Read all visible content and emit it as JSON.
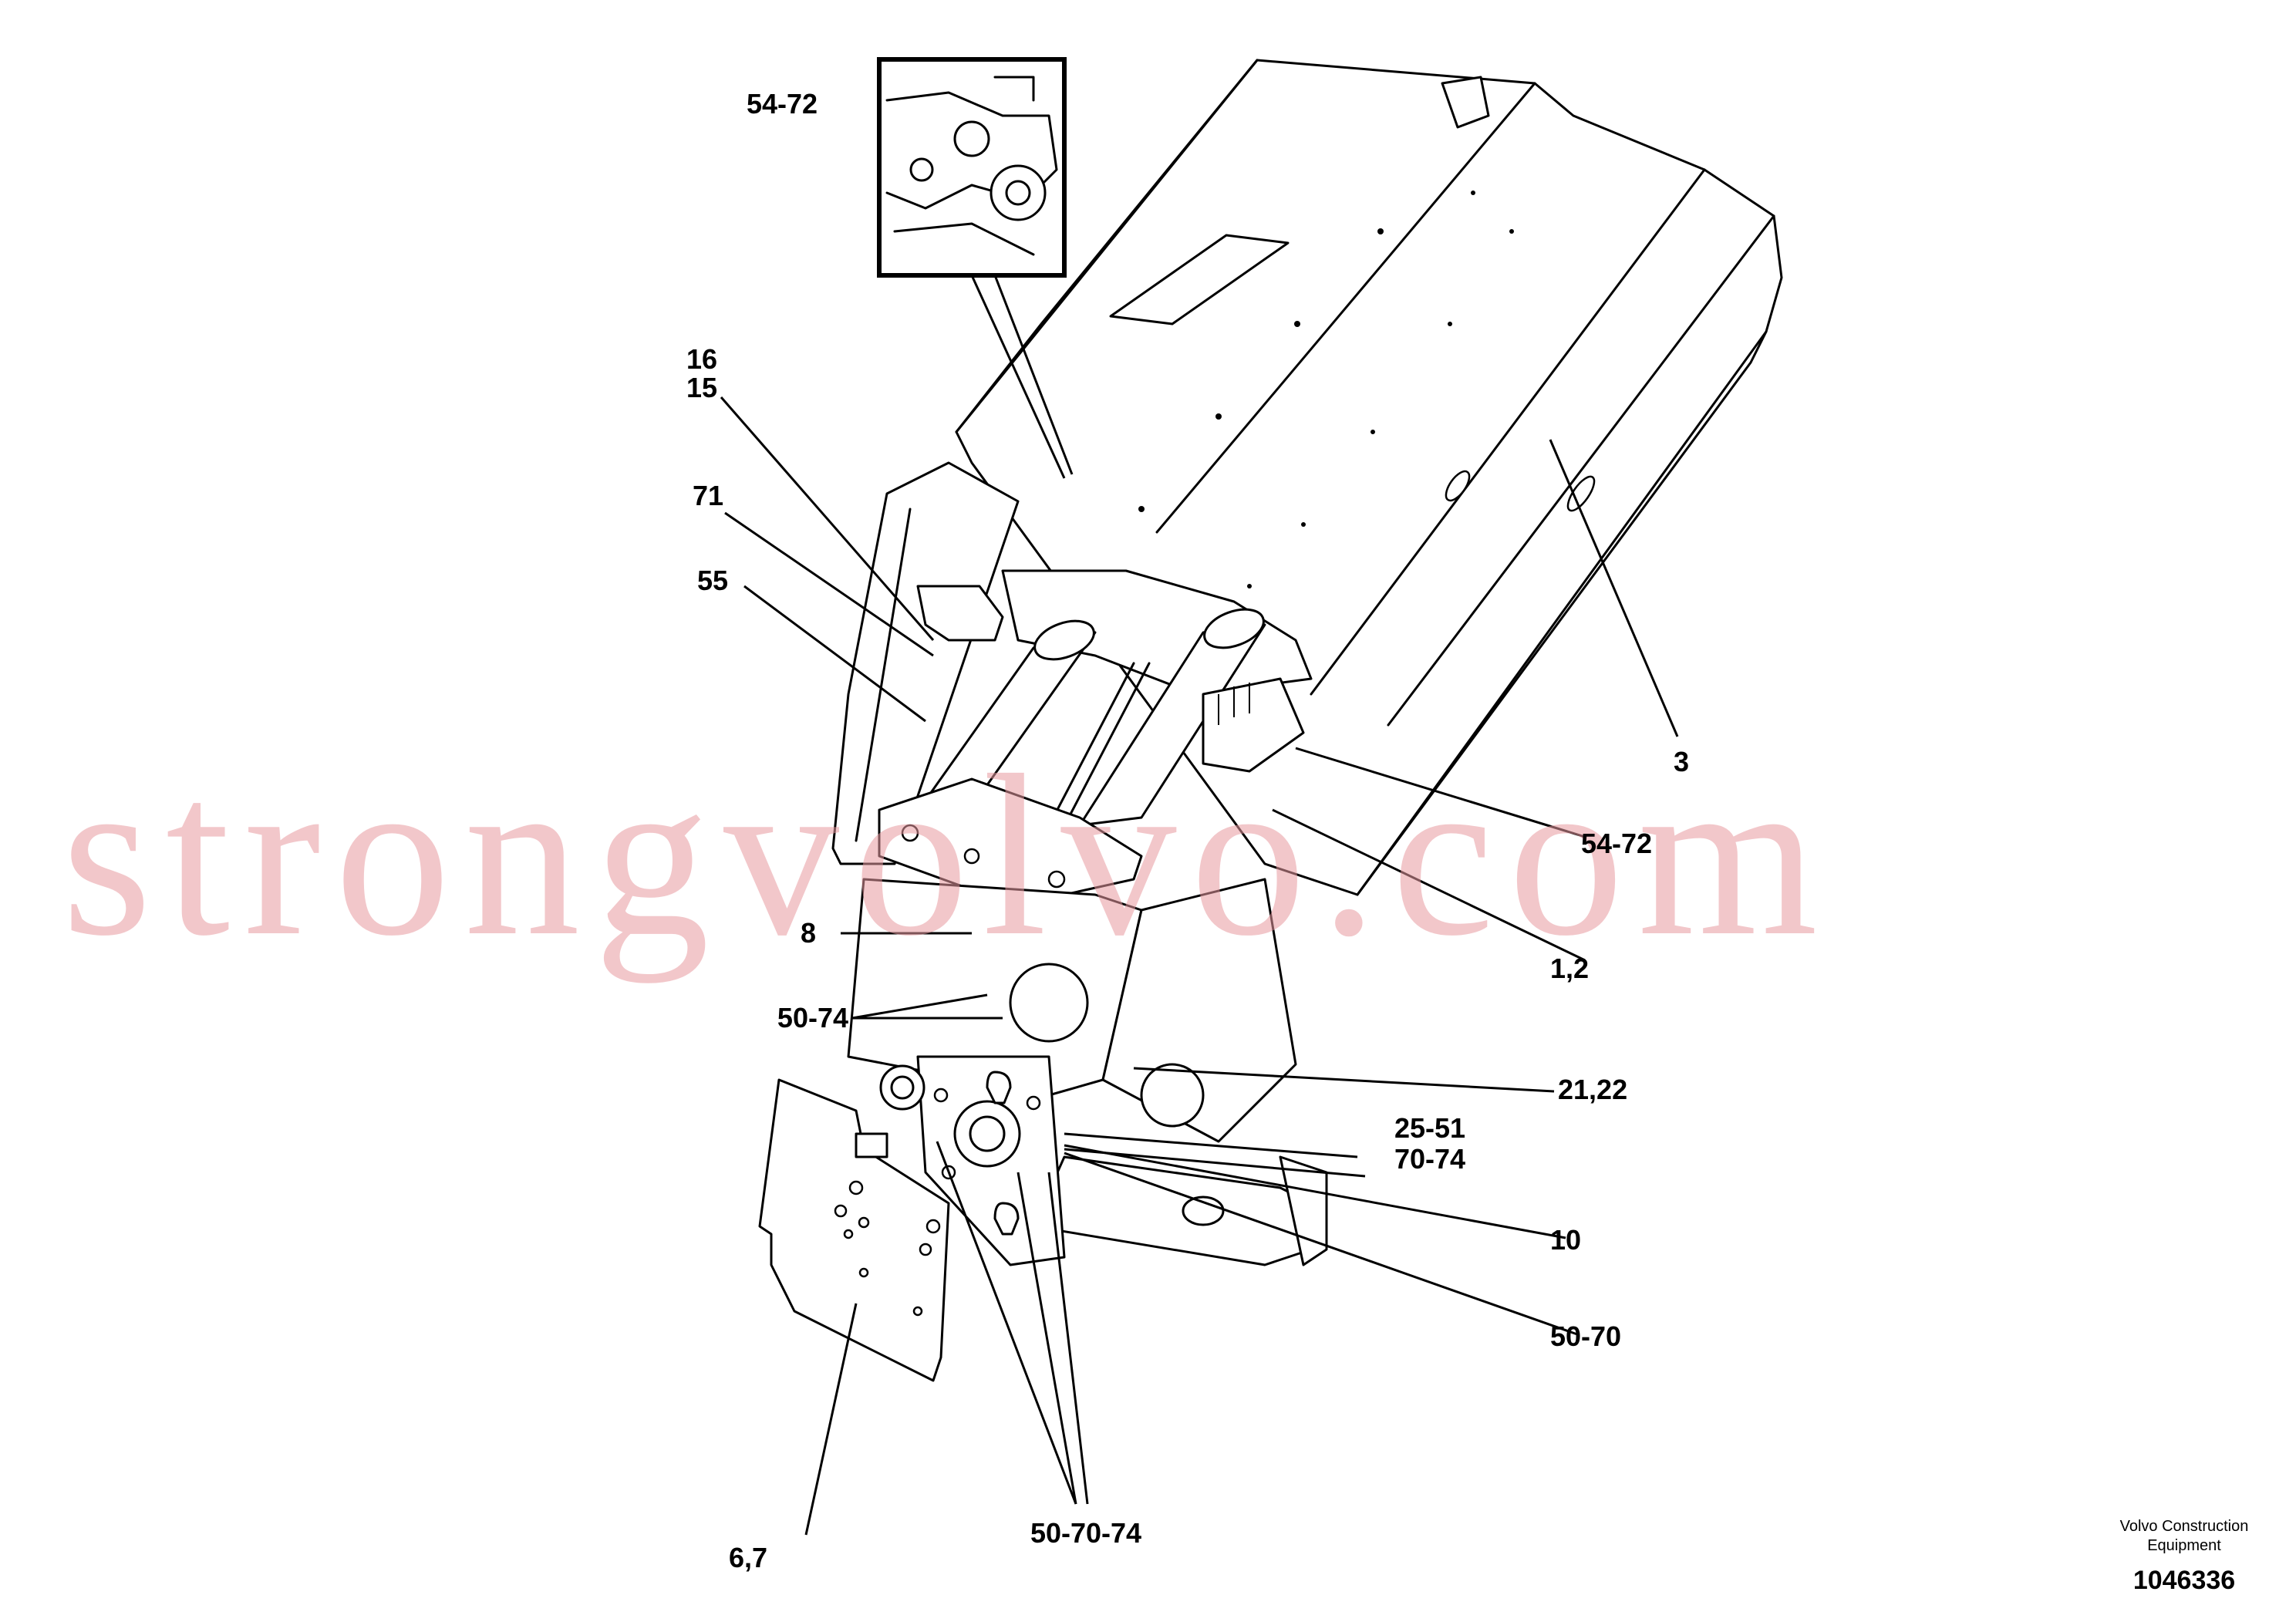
{
  "labels": {
    "inset": "54-72",
    "l16": "16",
    "l15": "15",
    "l71": "71",
    "l55": "55",
    "l3": "3",
    "l54_72": "54-72",
    "l1_2": "1,2",
    "l8": "8",
    "l50_74": "50-74",
    "l21_22": "21,22",
    "l25_51": "25-51",
    "l70_74": "70-74",
    "l10": "10",
    "l50_70": "50-70",
    "l6_7": "6,7",
    "l50_70_74": "50-70-74"
  },
  "brand": {
    "line1": "Volvo Construction",
    "line2": "Equipment"
  },
  "document_id": "1046336",
  "watermark": "strongvolvo.com"
}
